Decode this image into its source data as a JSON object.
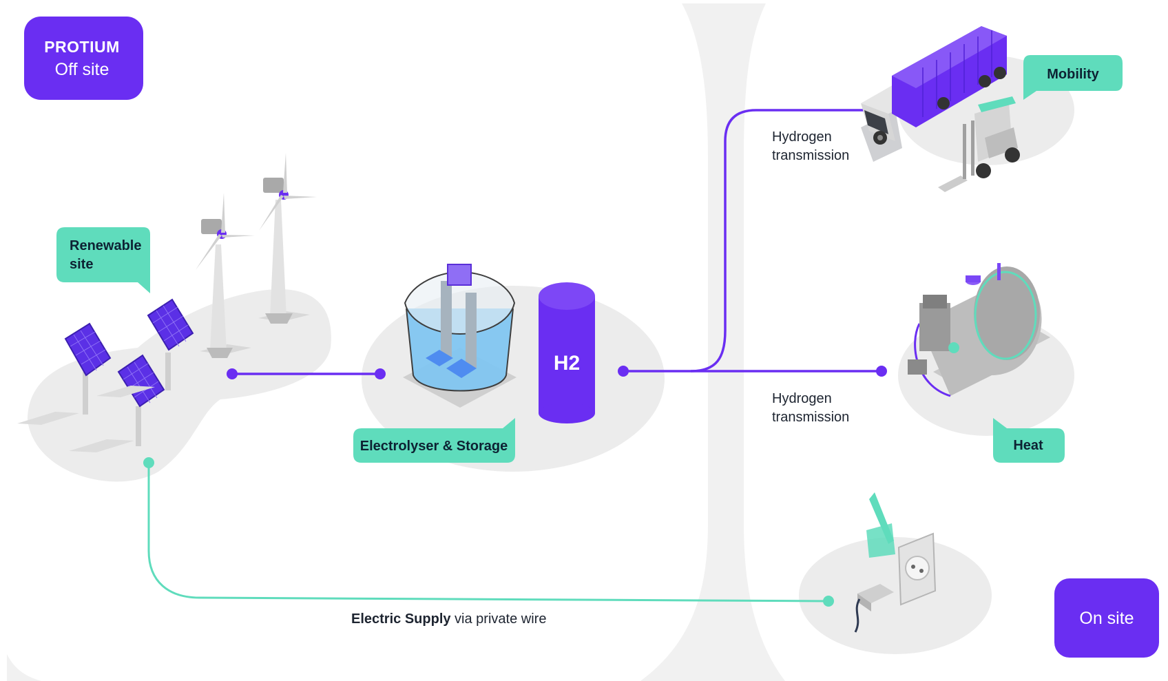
{
  "badges": {
    "protium_title": "PROTIUM",
    "protium_sub": "Off site",
    "on_site": "On site"
  },
  "callouts": {
    "renewable_line1": "Renewable",
    "renewable_line2": "site",
    "electrolyser": "Electrolyser & Storage",
    "mobility": "Mobility",
    "heat": "Heat"
  },
  "tank_label": "H2",
  "transmission": {
    "upper_line1": "Hydrogen",
    "upper_line2": "transmission",
    "lower_line1": "Hydrogen",
    "lower_line2": "transmission"
  },
  "electric_supply": {
    "bold": "Electric Supply",
    "rest": " via private wire"
  },
  "colors": {
    "purple": "#6a2ef2",
    "teal": "#5fdcbc",
    "platform": "#ececec",
    "divider": "#f1f1f1"
  }
}
